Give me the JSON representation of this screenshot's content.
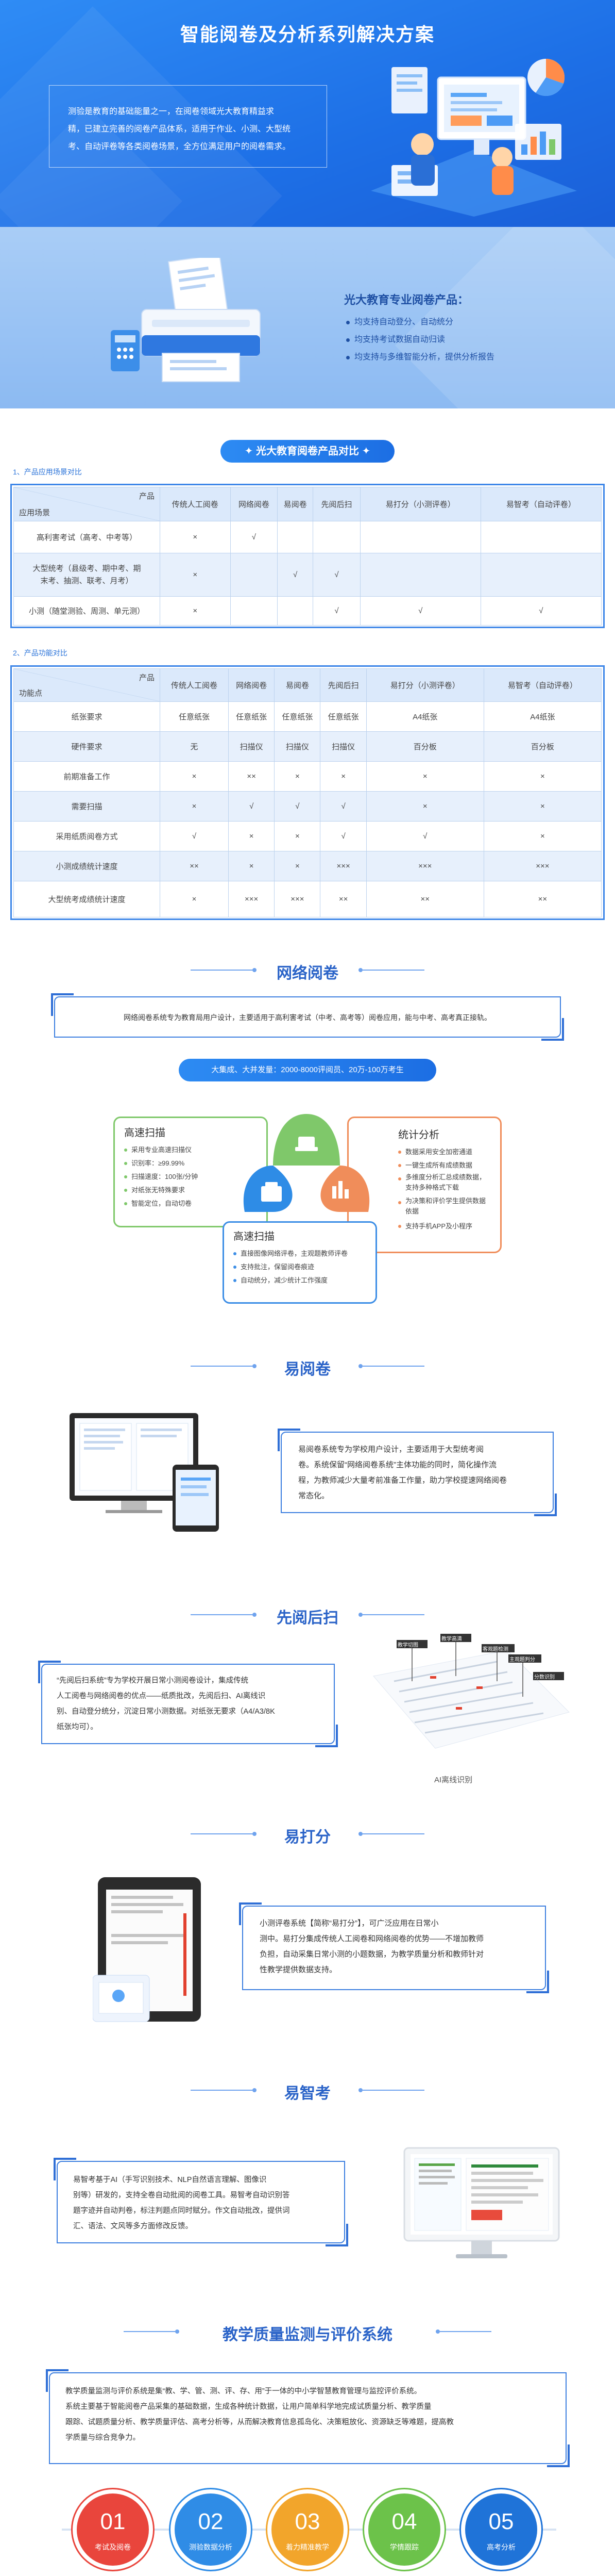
{
  "hero": {
    "title": "智能阅卷及分析系列解决方案",
    "intro_lines": [
      "测验是教育的基础能量之一，在阅卷领域光大教育精益求",
      "精，已建立完善的阅卷产品体系，适用于作业、小测、大型统",
      "考、自动评卷等各类阅卷场景，全方位满足用户的阅卷需求。"
    ]
  },
  "features": {
    "title": "光大教育专业阅卷产品：",
    "items": [
      "均支持自动登分、自动统分",
      "均支持考试数据自动归读",
      "均支持与多维智能分析，提供分析报告"
    ]
  },
  "compare_pill": "光大教育阅卷产品对比",
  "table1": {
    "label": "1、产品应用场景对比",
    "corner_top": "产品",
    "corner_bottom": "应用场景",
    "headers": [
      "传统人工阅卷",
      "网络阅卷",
      "易阅卷",
      "先阅后扫",
      "易打分（小测评卷）",
      "易智考（自动评卷）"
    ],
    "rows": [
      {
        "label": "高利害考试（高考、中考等）",
        "cells": [
          "×",
          "√",
          "",
          "",
          "",
          ""
        ]
      },
      {
        "label": "大型统考（县级考、期中考、期末考、抽测、联考、月考）",
        "cells": [
          "×",
          "",
          "√",
          "√",
          "",
          ""
        ]
      },
      {
        "label": "小测（随堂测验、周测、单元测）",
        "cells": [
          "×",
          "",
          "",
          "√",
          "√",
          "√"
        ]
      }
    ]
  },
  "table2": {
    "label": "2、产品功能对比",
    "corner_top": "产品",
    "corner_bottom": "功能点",
    "headers": [
      "传统人工阅卷",
      "网络阅卷",
      "易阅卷",
      "先阅后扫",
      "易打分（小测评卷）",
      "易智考（自动评卷）"
    ],
    "rows": [
      {
        "label": "纸张要求",
        "cells": [
          "任意纸张",
          "任意纸张",
          "任意纸张",
          "任意纸张",
          "A4纸张",
          "A4纸张"
        ]
      },
      {
        "label": "硬件要求",
        "cells": [
          "无",
          "扫描仪",
          "扫描仪",
          "扫描仪",
          "百分板",
          "百分板"
        ]
      },
      {
        "label": "前期准备工作",
        "cells": [
          "×",
          "××",
          "×",
          "×",
          "×",
          "×"
        ]
      },
      {
        "label": "需要扫描",
        "cells": [
          "×",
          "√",
          "√",
          "√",
          "×",
          "×"
        ]
      },
      {
        "label": "采用纸质阅卷方式",
        "cells": [
          "√",
          "×",
          "×",
          "√",
          "√",
          "×"
        ]
      },
      {
        "label": "小测成绩统计速度",
        "cells": [
          "××",
          "×",
          "×",
          "×××",
          "×××",
          "×××"
        ]
      },
      {
        "label": "大型统考成绩统计速度",
        "cells": [
          "×",
          "×××",
          "×××",
          "××",
          "××",
          "××"
        ]
      }
    ]
  },
  "network": {
    "heading": "网络阅卷",
    "desc": "网络阅卷系统专为教育局用户设计，主要适用于高利害考试（中考、高考等）阅卷应用，能与中考、高考真正接轨。",
    "pill": "大集成、大并发量：2000-8000评阅员、20万-100万考生",
    "cards": {
      "scan": {
        "title": "高速扫描",
        "items": [
          "采用专业高速扫描仪",
          "识别率：≥99.99%",
          "扫描速度：100张/分钟",
          "对纸张无特殊要求",
          "智能定位，自动切卷"
        ]
      },
      "analysis": {
        "title": "统计分析",
        "items": [
          "数据采用安全加密通道",
          "一键生成所有成绩数据",
          "多维度分析汇总成绩数据，支持多种格式下载",
          "为决策和评价学生提供数据依据",
          "支持手机APP及小程序"
        ]
      },
      "marking": {
        "title": "高速扫描",
        "items": [
          "直接图像网络评卷，主观题教师评卷",
          "支持批注，保留阅卷痕迹",
          "自动统分，减少统计工作强度"
        ]
      }
    }
  },
  "easy": {
    "heading": "易阅卷",
    "desc_lines": [
      "易阅卷系统专为学校用户设计，主要适用于大型统考阅",
      "卷。系统保留“网络阅卷系统”主体功能的同时，简化操作流",
      "程，为教师减少大量考前准备工作量，助力学校提速网络阅卷",
      "常态化。"
    ]
  },
  "first": {
    "heading": "先阅后扫",
    "desc_lines": [
      "“先阅后扫系统”专为学校开展日常小测阅卷设计，集成传统",
      "人工阅卷与网络阅卷的优点——纸质批改，先阅后扫、AI离线识",
      "别、自动登分统分，沉淀日常小测数据。对纸张无要求（A4/A3/8K",
      "纸张均可）。"
    ],
    "caption": "AI离线识别",
    "tags": [
      "教学切图",
      "教学高清",
      "客观题检测",
      "主观题判分",
      "分数识别"
    ]
  },
  "score": {
    "heading": "易打分",
    "desc_lines": [
      "小测评卷系统【简称“易打分”】，可广泛应用在日常小",
      "测中。易打分集成传统人工阅卷和网络阅卷的优势——不增加教师",
      "负担，自动采集日常小测的小题数据，为教学质量分析和教师针对",
      "性教学提供数据支持。"
    ]
  },
  "smart": {
    "heading": "易智考",
    "desc_lines": [
      "易智考基于AI（手写识别技术、NLP自然语言理解、图像识",
      "别等）研发的，支持全卷自动批阅的阅卷工具。易智考自动识别答",
      "题字迹并自动判卷，标注判题点同时赋分。作文自动批改，提供词",
      "汇、语法、文风等多方面修改反馈。"
    ]
  },
  "quality": {
    "heading": "教学质量监测与评价系统",
    "desc_lines": [
      "教学质量监测与评价系统是集“教、学、管、测、评、存、用”于一体的中小学智慧教育管理与监控评价系统。",
      "系统主要基于智能阅卷产品采集的基础数据，生成各种统计数据，让用户简单科学地完成试质量分析、教学质量",
      "跟踪、试题质量分析、教学质量评估、高考分析等，从而解决教育信息孤岛化、决策粗放化、资源缺乏等难题，提高教",
      "学质量与综合竞争力。"
    ],
    "circles": [
      {
        "num": "01",
        "label": "考试及阅卷",
        "color": "#e9453c"
      },
      {
        "num": "02",
        "label": "测验数据分析",
        "color": "#2f8ce6"
      },
      {
        "num": "03",
        "label": "着力精准教学",
        "color": "#f2a52b"
      },
      {
        "num": "04",
        "label": "学情跟踪",
        "color": "#6cc24a"
      },
      {
        "num": "05",
        "label": "高考分析",
        "color": "#1f73d8"
      }
    ]
  }
}
